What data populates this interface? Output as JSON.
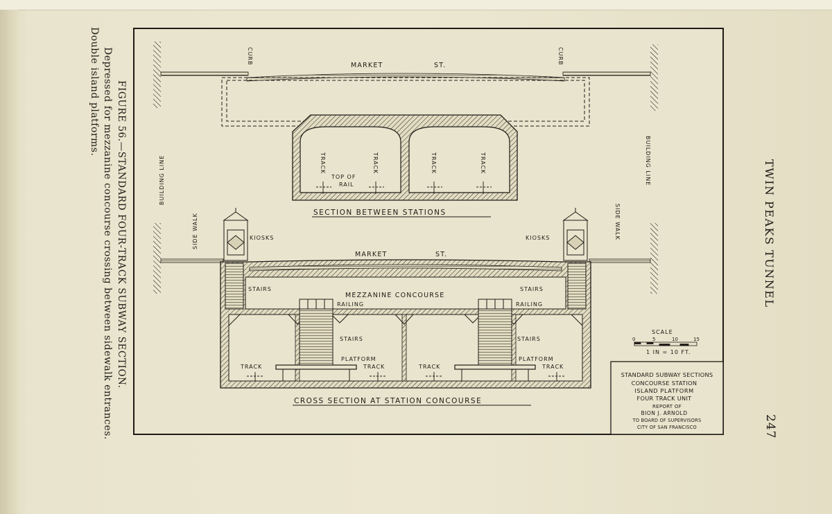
{
  "page": {
    "running_head": "TWIN PEAKS TUNNEL",
    "page_number": "247"
  },
  "caption": {
    "line1": "FIGURE 56.—STANDARD FOUR-TRACK SUBWAY SECTION.",
    "line2": "Depressed for mezzanine concourse crossing between sidewalk entrances.",
    "line3": "Double island platforms."
  },
  "drawing": {
    "top_section": {
      "street_label_1": "MARKET",
      "street_label_2": "ST.",
      "curb_left": "CURB",
      "curb_right": "CURB",
      "track_label": "TRACK",
      "top_of_rail_1": "TOP OF",
      "top_of_rail_2": "RAIL",
      "title": "SECTION BETWEEN STATIONS"
    },
    "side_labels": {
      "building_line_left": "BUILDING LINE",
      "building_line_right": "BUILDING LINE",
      "side_walk_left": "SIDE WALK",
      "side_walk_right": "SIDE WALK"
    },
    "bottom_section": {
      "kiosks_left": "KIOSKS",
      "kiosks_right": "KIOSKS",
      "street_label_1": "MARKET",
      "street_label_2": "ST.",
      "stairs_left": "STAIRS",
      "stairs_right": "STAIRS",
      "mezzanine": "MEZZANINE CONCOURSE",
      "railing_left": "RAILING",
      "railing_right": "RAILING",
      "stairs_inner_left": "STAIRS",
      "stairs_inner_right": "STAIRS",
      "platform_left": "PLATFORM",
      "platform_right": "PLATFORM",
      "track_1": "TRACK",
      "track_2": "TRACK",
      "track_3": "TRACK",
      "track_4": "TRACK",
      "title": "CROSS SECTION AT STATION CONCOURSE"
    },
    "scale": {
      "label": "SCALE",
      "ticks": [
        "0",
        "5",
        "10",
        "15"
      ],
      "ratio": "1 IN = 10 FT."
    },
    "title_block": {
      "lines": [
        "STANDARD SUBWAY SECTIONS",
        "CONCOURSE STATION",
        "ISLAND PLATFORM",
        "FOUR TRACK UNIT",
        "REPORT OF",
        "BION J. ARNOLD",
        "TO BOARD OF SUPERVISORS",
        "CITY OF SAN FRANCISCO"
      ]
    }
  },
  "colors": {
    "paper": "#ece7d1",
    "ink": "#1d1a16"
  }
}
